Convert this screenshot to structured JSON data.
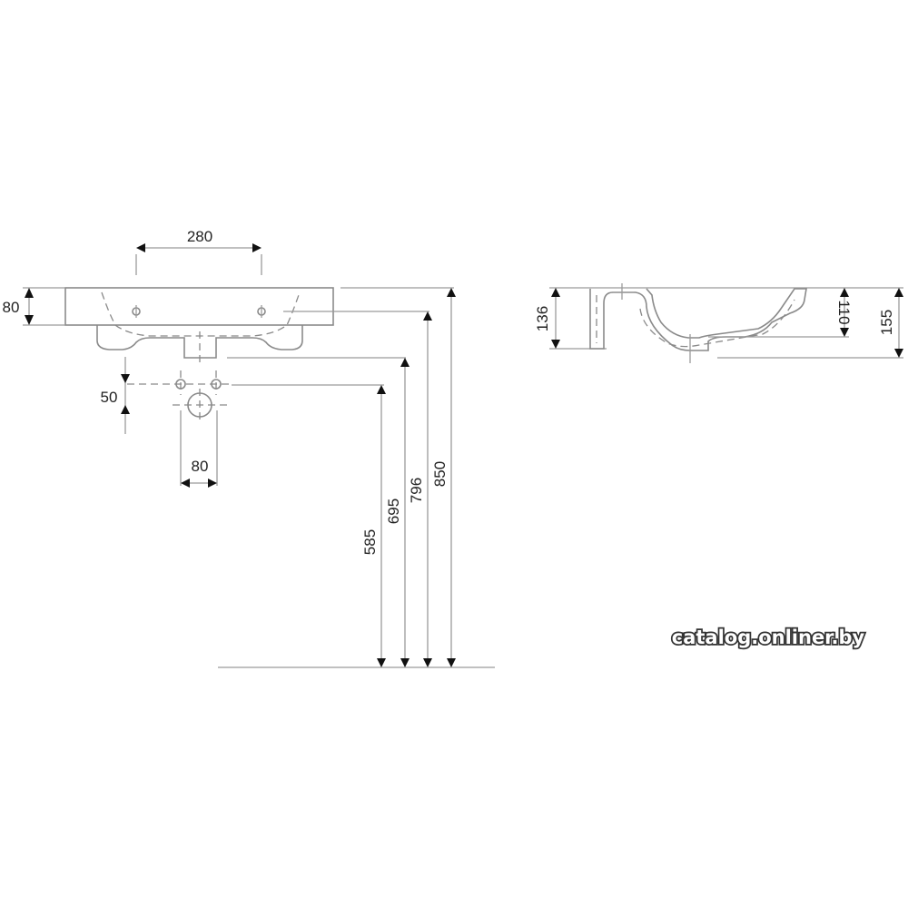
{
  "front_view": {
    "dim_tap_spacing": "280",
    "dim_rim_height": "80",
    "dim_supply_offset": "50",
    "dim_supply_spacing": "80",
    "dim_drain_height": "585",
    "dim_siphon_height": "695",
    "dim_bowl_bottom_height": "796",
    "dim_top_height": "850"
  },
  "side_view": {
    "dim_body_depth": "136",
    "dim_bowl_depth": "110",
    "dim_total_depth": "155"
  },
  "watermark": "catalog.onliner.by"
}
